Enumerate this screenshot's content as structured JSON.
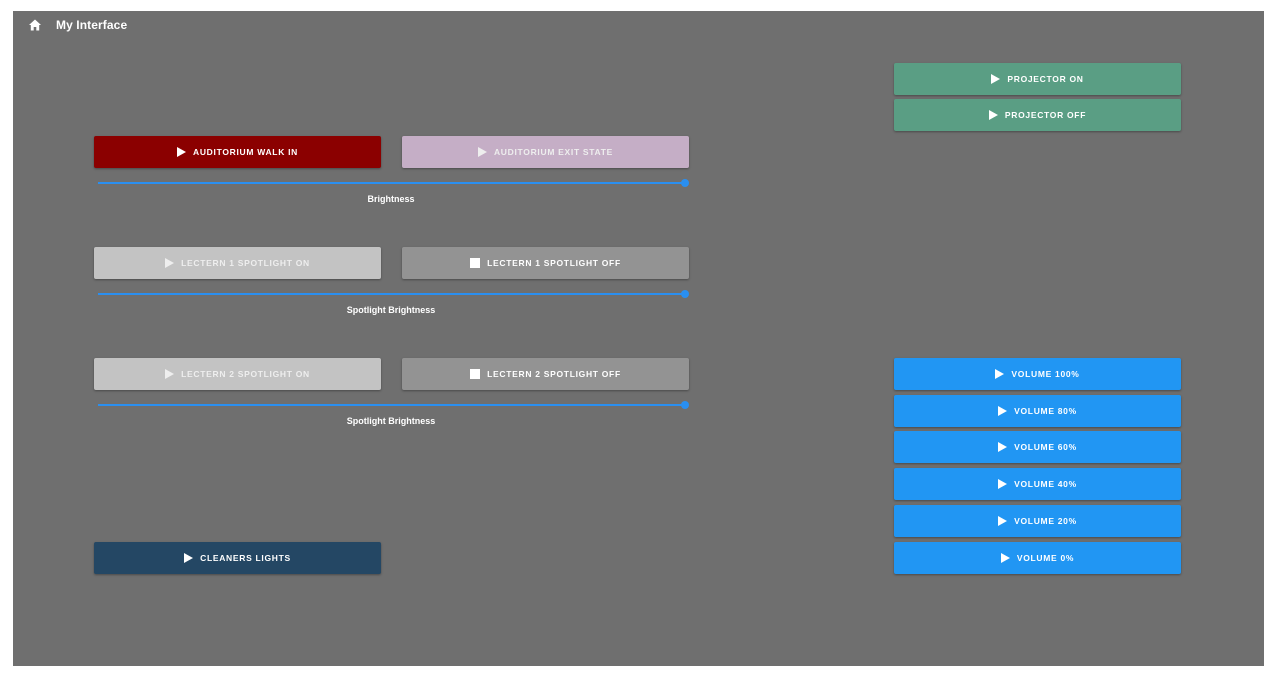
{
  "header": {
    "title": "My Interface",
    "home_icon": "home-icon"
  },
  "colors": {
    "background": "#6f6f6f",
    "walk_in": "#8b0000",
    "exit_state": "#c5aec6",
    "spot_on": "#c3c3c3",
    "spot_off": "#939393",
    "cleaners": "#244764",
    "projector": "#5a9e84",
    "volume": "#2196f3",
    "slider": "#2a8ff0"
  },
  "scenes": {
    "walk_in": "AUDITORIUM WALK IN",
    "exit_state": "AUDITORIUM EXIT STATE",
    "brightness_label": "Brightness"
  },
  "lectern1": {
    "on": "LECTERN 1 SPOTLIGHT ON",
    "off": "LECTERN 1 SPOTLIGHT OFF",
    "slider_label": "Spotlight Brightness"
  },
  "lectern2": {
    "on": "LECTERN 2 SPOTLIGHT ON",
    "off": "LECTERN 2 SPOTLIGHT OFF",
    "slider_label": "Spotlight Brightness"
  },
  "cleaners": {
    "label": "CLEANERS LIGHTS"
  },
  "projector": {
    "on": "PROJECTOR ON",
    "off": "PROJECTOR OFF"
  },
  "volume": [
    {
      "label": "VOLUME 100%"
    },
    {
      "label": "VOLUME 80%"
    },
    {
      "label": "VOLUME 60%"
    },
    {
      "label": "VOLUME 40%"
    },
    {
      "label": "VOLUME 20%"
    },
    {
      "label": "VOLUME 0%"
    }
  ],
  "sliders": {
    "brightness_level": 1.0,
    "lectern1_level": 1.0,
    "lectern2_level": 1.0
  }
}
